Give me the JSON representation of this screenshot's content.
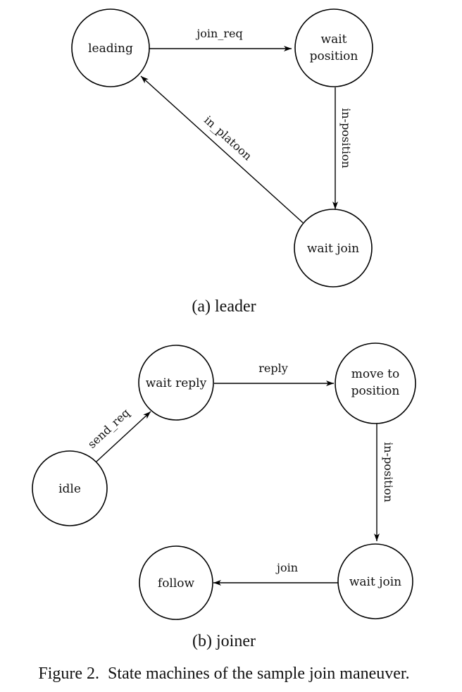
{
  "colors": {
    "stroke": "#000000",
    "background": "#ffffff",
    "text": "#111111"
  },
  "leader": {
    "caption": "(a) leader",
    "states": {
      "leading": [
        "leading"
      ],
      "wait_position": [
        "wait",
        "position"
      ],
      "wait_join": [
        "wait join"
      ]
    },
    "edges": {
      "join_req": "join_req",
      "in_position": "in-position",
      "in_platoon": "in_platoon"
    }
  },
  "joiner": {
    "caption": "(b) joiner",
    "states": {
      "idle": [
        "idle"
      ],
      "wait_reply": [
        "wait reply"
      ],
      "move_to_position": [
        "move to",
        "position"
      ],
      "wait_join": [
        "wait join"
      ],
      "follow": [
        "follow"
      ]
    },
    "edges": {
      "send_req": "send_req",
      "reply": "reply",
      "in_position": "in-position",
      "join": "join"
    }
  },
  "figure_caption": "Figure 2.  State machines of the sample join maneuver."
}
